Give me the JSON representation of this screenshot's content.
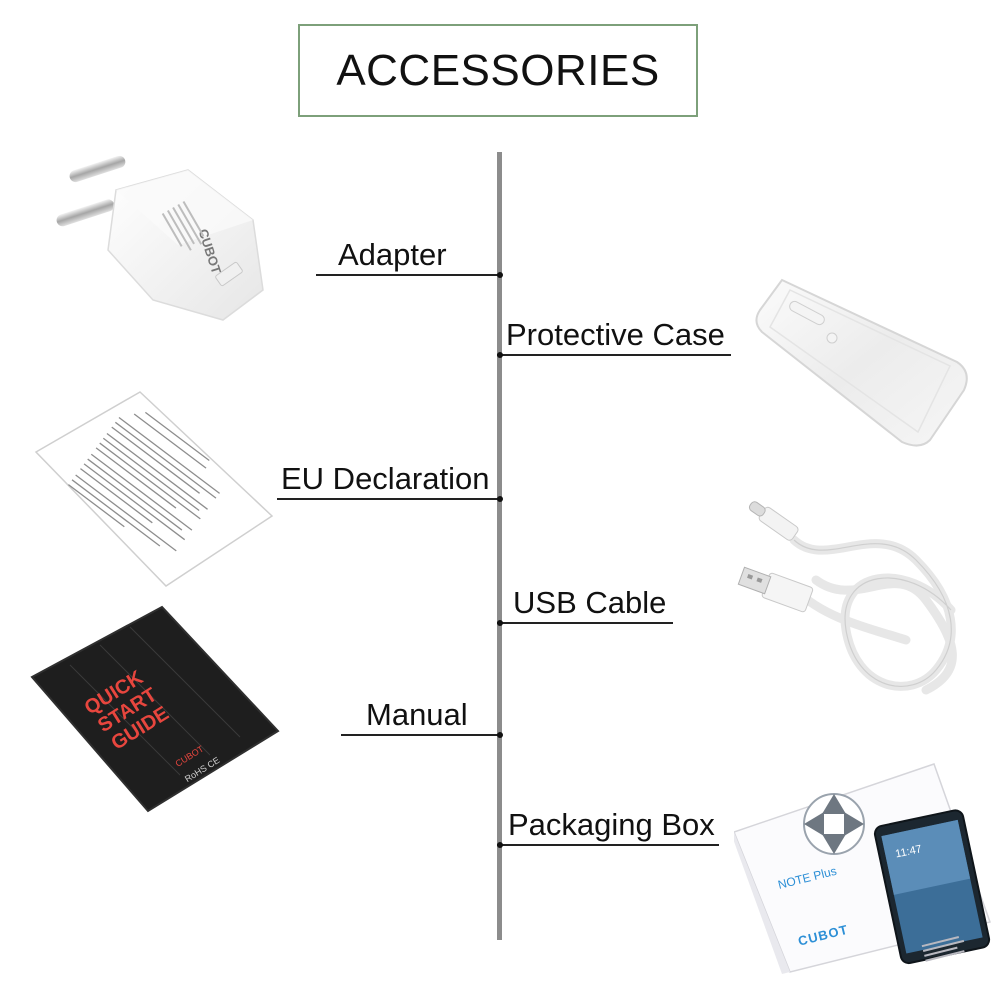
{
  "header": {
    "title": "ACCESSORIES"
  },
  "items": [
    {
      "label": "Adapter"
    },
    {
      "label": "Protective Case"
    },
    {
      "label": "EU Declaration"
    },
    {
      "label": "USB Cable"
    },
    {
      "label": "Manual"
    },
    {
      "label": "Packaging Box"
    }
  ],
  "products": {
    "adapter": {
      "brand": "CUBOT"
    },
    "manual": {
      "line1": "QUICK",
      "line2": "START",
      "line3": "GUIDE",
      "brand": "CUBOT",
      "marks": "RoHS CE"
    },
    "box": {
      "model": "NOTE Plus",
      "brand": "CUBOT",
      "time": "11:47"
    }
  },
  "colors": {
    "title_border": "#7da07a",
    "spine": "#8c8c8c",
    "manual_red": "#e8463e",
    "box_blue": "#2c8fd6"
  }
}
